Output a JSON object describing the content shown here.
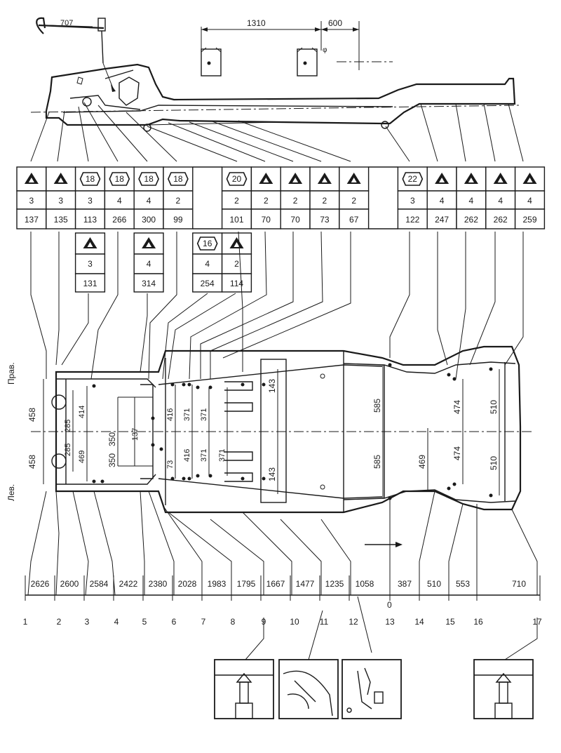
{
  "top_dims": {
    "a": "1310",
    "b": "600"
  },
  "tool_label": "707",
  "side_labels": {
    "right": "Прав.",
    "left": "Лев."
  },
  "table_upper": [
    {
      "sym": "tri",
      "n": "3",
      "v": "137"
    },
    {
      "sym": "tri",
      "n": "3",
      "v": "135"
    },
    {
      "sym": "18",
      "n": "3",
      "v": "113"
    },
    {
      "sym": "18",
      "n": "4",
      "v": "266"
    },
    {
      "sym": "18",
      "n": "4",
      "v": "300"
    },
    {
      "sym": "18",
      "n": "2",
      "v": "99"
    },
    {
      "sym": "",
      "n": "",
      "v": ""
    },
    {
      "sym": "20",
      "n": "2",
      "v": "101"
    },
    {
      "sym": "tri",
      "n": "2",
      "v": "70"
    },
    {
      "sym": "tri",
      "n": "2",
      "v": "70"
    },
    {
      "sym": "tri",
      "n": "2",
      "v": "73"
    },
    {
      "sym": "tri",
      "n": "2",
      "v": "67"
    },
    {
      "sym": "",
      "n": "",
      "v": ""
    },
    {
      "sym": "22",
      "n": "3",
      "v": "122"
    },
    {
      "sym": "tri",
      "n": "4",
      "v": "247"
    },
    {
      "sym": "tri",
      "n": "4",
      "v": "262"
    },
    {
      "sym": "tri",
      "n": "4",
      "v": "262"
    },
    {
      "sym": "tri",
      "n": "4",
      "v": "259"
    }
  ],
  "table_lower": [
    {
      "sym": "tri",
      "n": "3",
      "v": "131"
    },
    {
      "sym": "tri",
      "n": "4",
      "v": "314"
    },
    {
      "sym": "16",
      "n": "4",
      "v": "254"
    },
    {
      "sym": "tri",
      "n": "2",
      "v": "114"
    }
  ],
  "plan_dims": {
    "d458a": "458",
    "d458b": "458",
    "d285a": "285",
    "d285b": "285",
    "d414": "414",
    "d469a": "469",
    "d350a": "350",
    "d350b": "350",
    "d137": "137",
    "d416a": "416",
    "d416b": "416",
    "d371a": "371",
    "d371b": "371",
    "d371c": "371",
    "d371d": "371",
    "d73": "73",
    "d143a": "143",
    "d143b": "143",
    "d585a": "585",
    "d585b": "585",
    "d469b": "469",
    "d474a": "474",
    "d474b": "474",
    "d510a": "510",
    "d510b": "510"
  },
  "bottom_dims": [
    "2626",
    "2600",
    "2584",
    "2422",
    "2380",
    "2028",
    "1983",
    "1795",
    "1667",
    "1477",
    "1235",
    "1058",
    "387",
    "510",
    "553",
    "710"
  ],
  "zero_label": "0",
  "point_numbers": [
    "1",
    "2",
    "3",
    "4",
    "5",
    "6",
    "7",
    "8",
    "9",
    "10",
    "11",
    "12",
    "13",
    "14",
    "15",
    "16",
    "17"
  ]
}
